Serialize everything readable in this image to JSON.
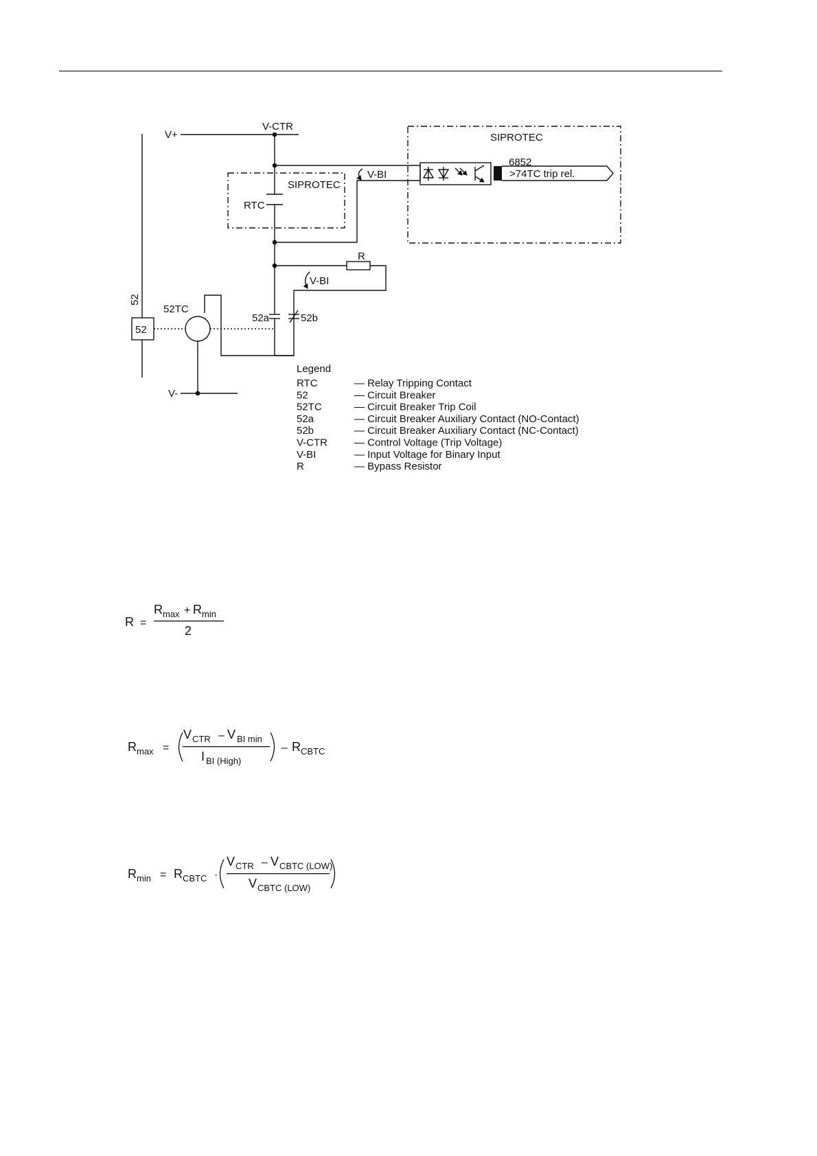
{
  "diagram": {
    "labels": {
      "v_plus": "V+",
      "v_ctr": "V-CTR",
      "v_minus": "V-",
      "siprotec_large": "SIPROTEC",
      "siprotec_small": "SIPROTEC",
      "rtc": "RTC",
      "v_bi_upper": "V-BI",
      "v_bi_lower": "V-BI",
      "resistor": "R",
      "breaker_52": "52",
      "breaker_52_vertical": "52",
      "coil_52tc": "52TC",
      "contact_52a": "52a",
      "contact_52b": "52b",
      "msg_number": "6852",
      "msg_text": ">74TC trip rel."
    },
    "legend": {
      "title": "Legend",
      "entries": [
        {
          "key": "RTC",
          "desc": "— Relay Tripping Contact"
        },
        {
          "key": "52",
          "desc": "— Circuit Breaker"
        },
        {
          "key": "52TC",
          "desc": "— Circuit Breaker Trip Coil"
        },
        {
          "key": "52a",
          "desc": "— Circuit Breaker Auxiliary Contact (NO-Contact)"
        },
        {
          "key": "52b",
          "desc": "— Circuit Breaker Auxiliary Contact (NC-Contact)"
        },
        {
          "key": "V-CTR",
          "desc": "— Control Voltage (Trip Voltage)"
        },
        {
          "key": "V-BI",
          "desc": "— Input Voltage for Binary Input"
        },
        {
          "key": "R",
          "desc": "— Bypass Resistor"
        }
      ]
    }
  },
  "formulas": {
    "f1": {
      "lhs": "R",
      "eq": "=",
      "num_a": "R",
      "num_a_sub": "max",
      "plus": "+",
      "num_b": "R",
      "num_b_sub": "min",
      "den": "2"
    },
    "f2": {
      "lhs": "R",
      "lhs_sub": "max",
      "eq": "=",
      "num_a": "V",
      "num_a_sub": "CTR",
      "minus": "–",
      "num_b": "V",
      "num_b_sub": "BI min",
      "den": "I",
      "den_sub": "BI (High)",
      "minus2": "–",
      "tail": "R",
      "tail_sub": "CBTC"
    },
    "f3": {
      "lhs": "R",
      "lhs_sub": "min",
      "eq": "=",
      "factor": "R",
      "factor_sub": "CBTC",
      "dot": "·",
      "num_a": "V",
      "num_a_sub": "CTR",
      "minus": "–",
      "num_b": "V",
      "num_b_sub": "CBTC (LOW)",
      "den": "V",
      "den_sub": "CBTC (LOW)"
    }
  }
}
